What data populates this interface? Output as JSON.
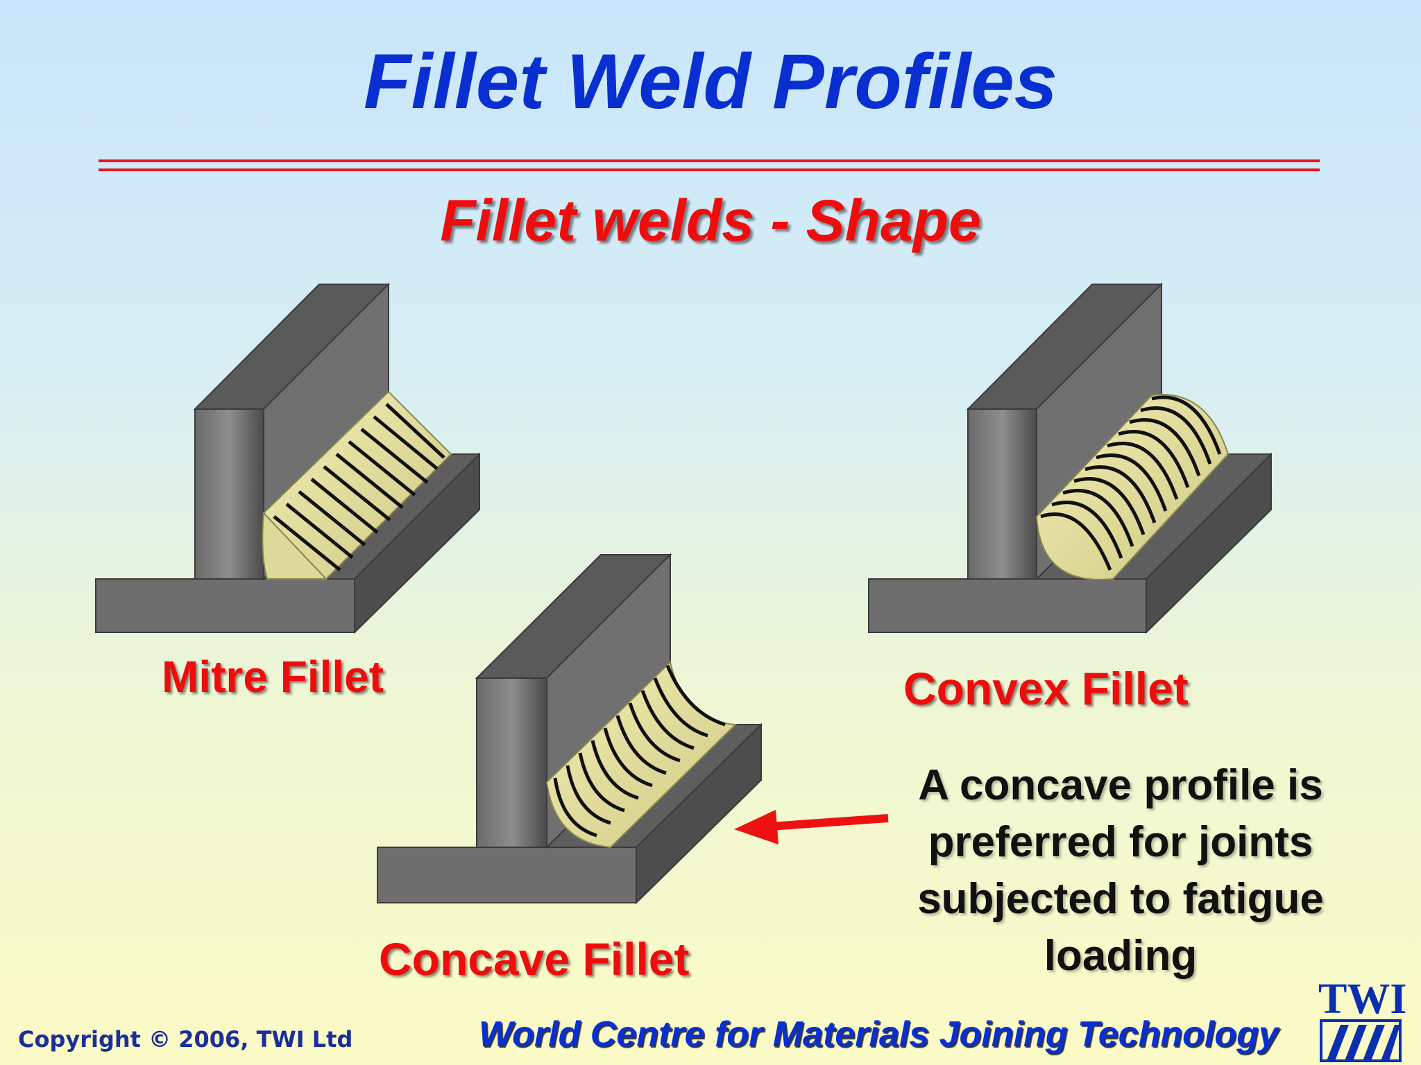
{
  "slide": {
    "title": "Fillet Weld Profiles",
    "subtitle": "Fillet welds - Shape",
    "labels": {
      "mitre": "Mitre Fillet",
      "convex": "Convex Fillet",
      "concave": "Concave Fillet"
    },
    "note": "A concave profile is preferred for joints subjected to fatigue loading"
  },
  "footer": {
    "copyright": "Copyright © 2006, TWI Ltd",
    "tagline": "World Centre for Materials Joining Technology",
    "logo": "TWI"
  },
  "colors": {
    "title": "#0a2fd1",
    "accent": "#ef0c0c",
    "steel": "#5f5f5f",
    "weld": "#e4e09c"
  }
}
